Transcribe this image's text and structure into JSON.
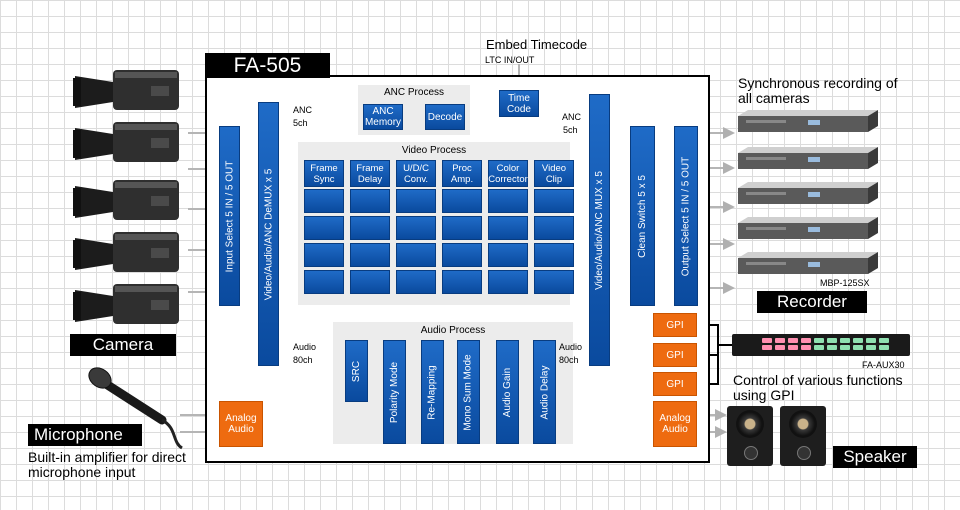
{
  "device": {
    "title": "FA-505"
  },
  "modules": {
    "input_select": "Input Select 5 IN / 5 OUT",
    "demux": "Video/Audio/ANC DeMUX x 5",
    "mux": "Video/Audio/ANC MUX x 5",
    "clean_switch": "Clean Switch 5 x 5",
    "output_select": "Output Select 5 IN / 5 OUT"
  },
  "anc_process": {
    "title": "ANC Process",
    "blocks": [
      "ANC Memory",
      "Decode"
    ]
  },
  "timecode": {
    "title": "Embed Timecode",
    "sub": "LTC IN/OUT",
    "block": "Time Code"
  },
  "video_process": {
    "title": "Video Process",
    "columns": [
      "Frame Sync",
      "Frame Delay",
      "U/D/C Conv.",
      "Proc Amp.",
      "Color Corrector",
      "Video Clip"
    ]
  },
  "audio_process": {
    "title": "Audio Process",
    "blocks": [
      "SRC",
      "Polarity Mode",
      "Re-Mapping",
      "Mono Sum Mode",
      "Audio Gain",
      "Audio Delay"
    ]
  },
  "signals": {
    "anc_in": "ANC",
    "anc_in_ch": "5ch",
    "anc_out": "ANC",
    "anc_out_ch": "5ch",
    "audio_in": "Audio",
    "audio_in_ch": "80ch",
    "audio_out": "Audio",
    "audio_out_ch": "80ch"
  },
  "analog": {
    "in": "Analog Audio",
    "out": "Analog Audio"
  },
  "gpi": [
    "GPI",
    "GPI",
    "GPI"
  ],
  "labels": {
    "camera": "Camera",
    "recorder": "Recorder",
    "microphone": "Microphone",
    "speaker": "Speaker",
    "sync_recording": "Synchronous recording of all cameras",
    "recorder_model": "MBP-125SX",
    "aux_model": "FA-AUX30",
    "gpi_caption": "Control of various functions using GPI",
    "mic_caption": "Built-in amplifier for direct microphone input"
  }
}
